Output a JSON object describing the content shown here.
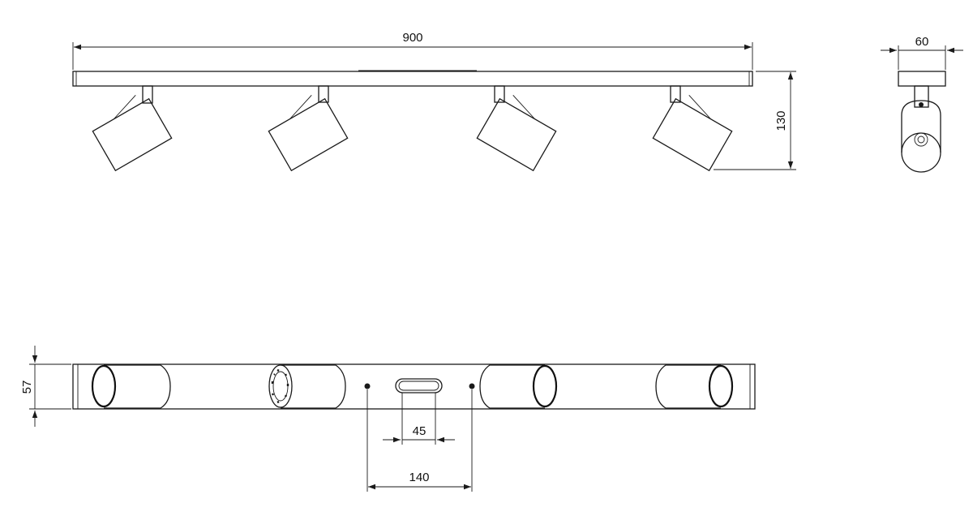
{
  "dimensions": {
    "overall_length": "900",
    "total_height": "130",
    "depth": "60",
    "width": "57",
    "slot_length": "45",
    "mounting_spacing": "140"
  },
  "colors": {
    "line": "#1a1a1a",
    "background": "#ffffff"
  }
}
